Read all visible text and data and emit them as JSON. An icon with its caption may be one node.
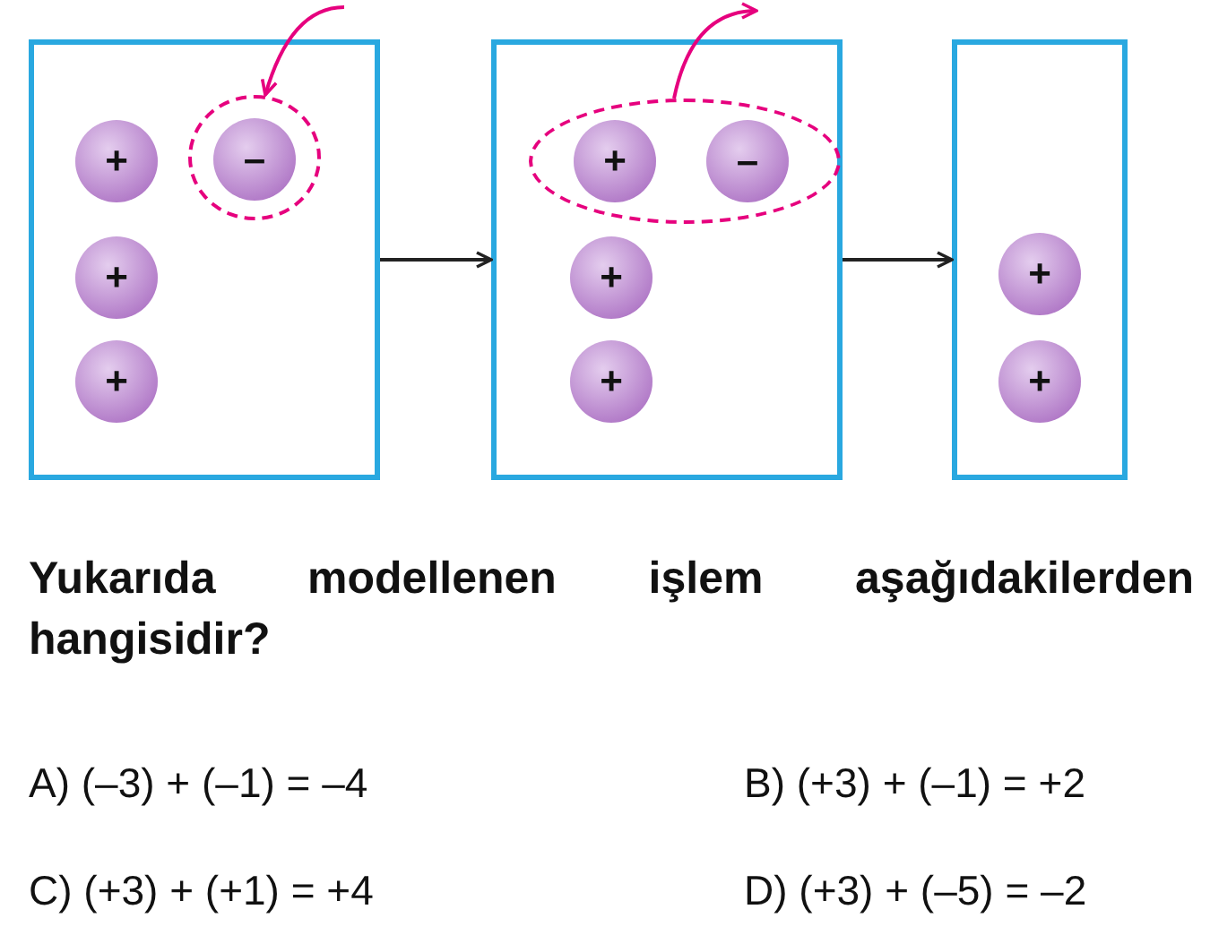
{
  "diagram": {
    "nodes": [
      {
        "text": [],
        "shape": "box"
      },
      {
        "text": [
          "+"
        ],
        "in": 0
      },
      {
        "text": [],
        "shape": "ellipse",
        "in": 0
      },
      {
        "text": [
          "–"
        ],
        "in": 2
      },
      {
        "text": [
          "+"
        ],
        "in": 0
      },
      {
        "text": [
          "+"
        ],
        "in": 0
      },
      {
        "text": [],
        "shape": "box"
      },
      {
        "text": [],
        "shape": "ellipse",
        "in": 6
      },
      {
        "text": [
          "+"
        ],
        "in": 7
      },
      {
        "text": [
          "–"
        ],
        "in": 7
      },
      {
        "text": [
          "+"
        ],
        "in": 6
      },
      {
        "text": [
          "+"
        ],
        "in": 6
      },
      {
        "text": [],
        "shape": "box"
      },
      {
        "text": [
          "+"
        ],
        "in": 12
      },
      {
        "text": [
          "+"
        ],
        "in": 12
      }
    ],
    "edges": [
      {
        "from": null,
        "to": 2,
        "arrow": "to",
        "color": "#e6007e"
      },
      {
        "from": 0,
        "to": 6,
        "arrow": "to",
        "color": "#222222"
      },
      {
        "from": 7,
        "to": null,
        "arrow": "to",
        "color": "#e6007e"
      },
      {
        "from": 6,
        "to": 12,
        "arrow": "to",
        "color": "#222222"
      }
    ],
    "labels": [
      "Yukarıda modellenen işlem aşağıdakilerden hangisidir?",
      "A) (–3) + (–1) = –4",
      "B) (+3) + (–1) = +2",
      "C) (+3) + (+1) = +4",
      "D) (+3) + (–5) = –2"
    ]
  }
}
